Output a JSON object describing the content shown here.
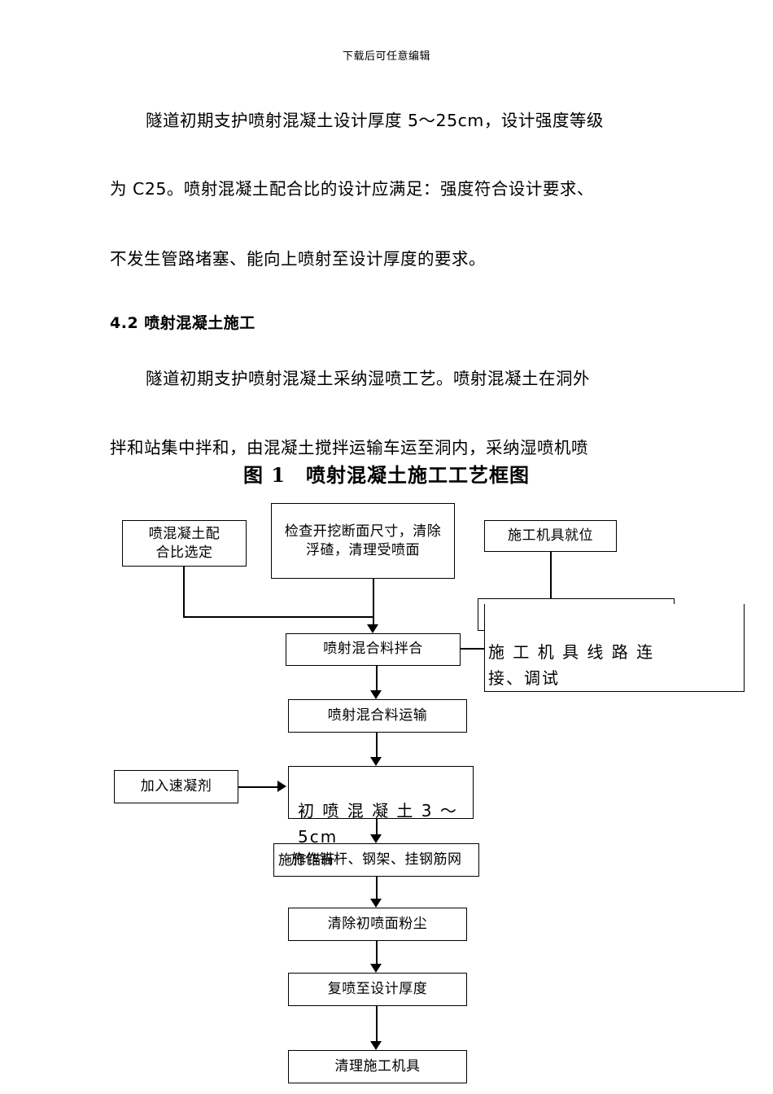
{
  "header": {
    "note": "下载后可任意编辑"
  },
  "document": {
    "paragraphs": [
      "隧道初期支护喷射混凝土设计厚度 5～25cm，设计强度等级",
      "为 C25。喷射混凝土配合比的设计应满足：强度符合设计要求、",
      "不发生管路堵塞、能向上喷射至设计厚度的要求。"
    ],
    "section_heading": "4.2 喷射混凝土施工",
    "paragraphs2": [
      "隧道初期支护喷射混凝土采纳湿喷工艺。喷射混凝土在洞外",
      "拌和站集中拌和，由混凝土搅拌运输车运至洞内，采纳湿喷机喷"
    ],
    "figure_title": "图 1　喷射混凝土施工工艺框图"
  },
  "flowchart": {
    "nodes": [
      {
        "id": "mix-ratio",
        "label": "喷混凝土配\n合比选定"
      },
      {
        "id": "check-section",
        "label": "检查开挖断面尺寸，清除\n浮碴，清理受喷面"
      },
      {
        "id": "machine-inplace",
        "label": "施工机具就位"
      },
      {
        "id": "machine-connect",
        "label": "施工机具线路连接、调试"
      },
      {
        "id": "mix-blend",
        "label": "喷射混合料拌合"
      },
      {
        "id": "mix-transport",
        "label": "喷射混合料运输"
      },
      {
        "id": "add-accelerator",
        "label": "加入速凝剂"
      },
      {
        "id": "first-spray",
        "label": "初喷混凝土 3～5cm"
      },
      {
        "id": "install-bolt",
        "label": "施作锚杆、钢架、挂钢筋网"
      },
      {
        "id": "clean-dust",
        "label": "清除初喷面粉尘"
      },
      {
        "id": "respray",
        "label": "复喷至设计厚度"
      },
      {
        "id": "clean-machine",
        "label": "清理施工机具"
      }
    ],
    "overlay_labels": {
      "machine_connect": "施 工 机 具 线 路 连\n接、调试",
      "first_spray": "初 喷 混 凝 土 3 ～\n5cm",
      "install_bolt": "施作锚杆"
    }
  }
}
